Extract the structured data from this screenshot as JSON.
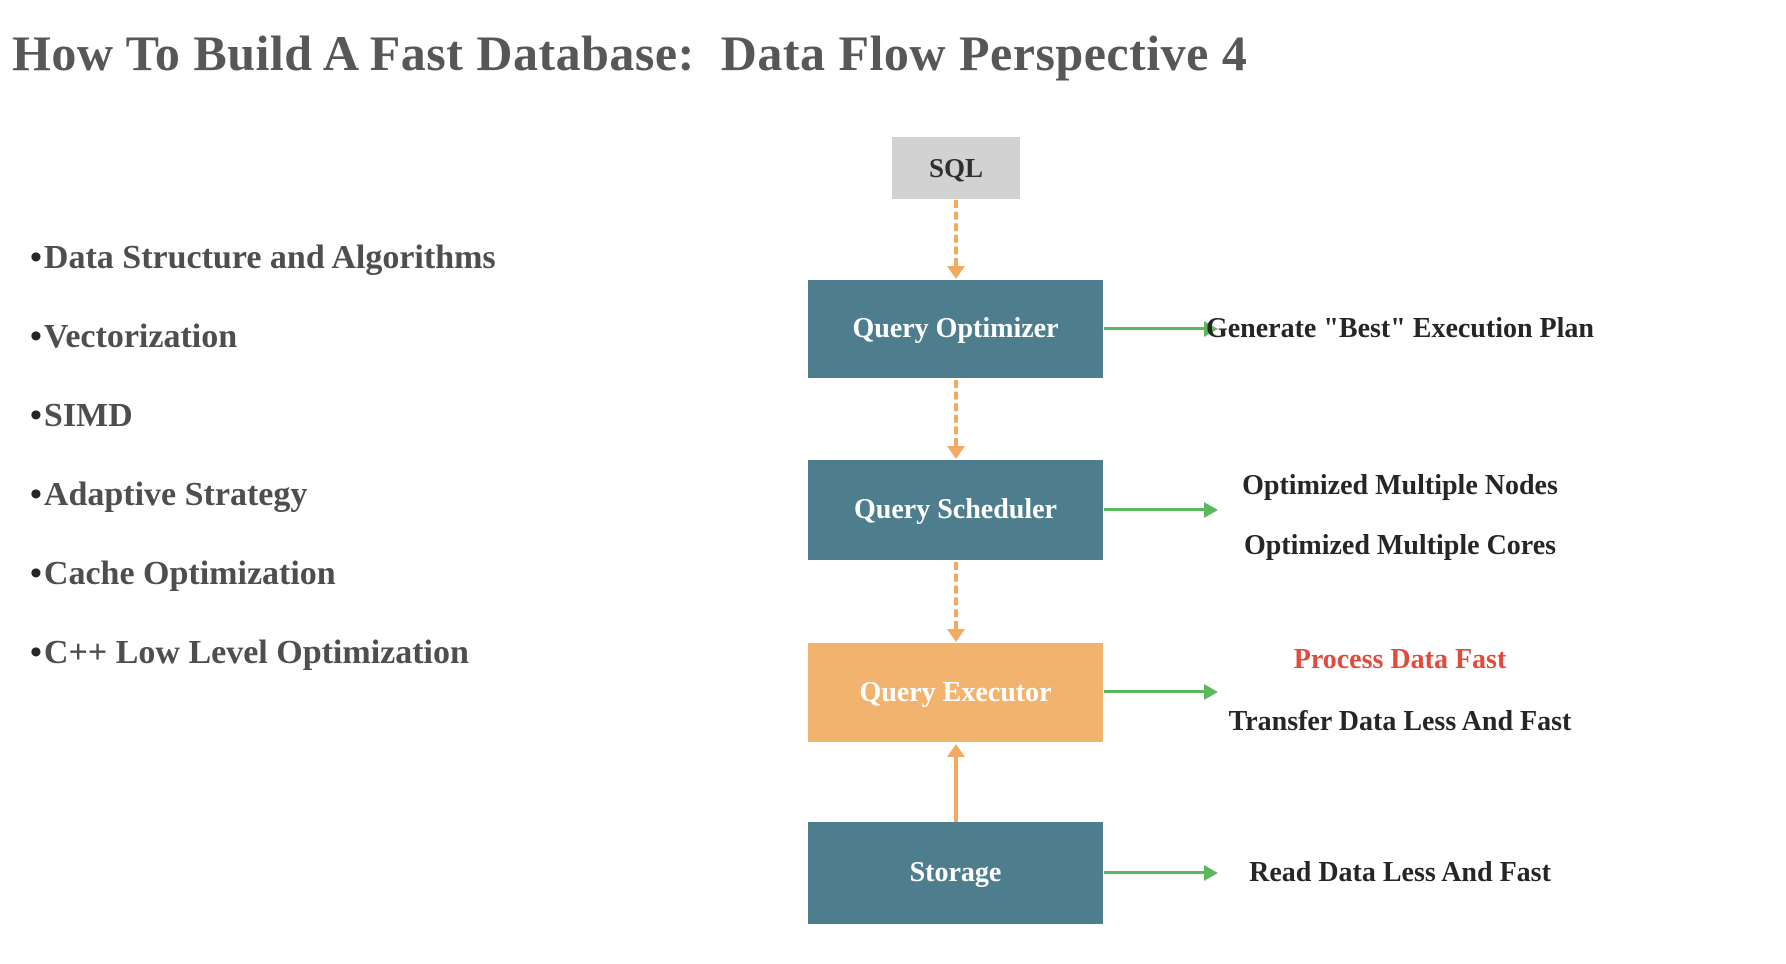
{
  "title": "How To Build A Fast Database:  Data Flow Perspective 4",
  "bullets": [
    "Data Structure and Algorithms",
    "Vectorization",
    "SIMD",
    "Adaptive Strategy",
    "Cache Optimization",
    "C++ Low Level Optimization"
  ],
  "flow": {
    "sql_label": "SQL",
    "nodes": [
      {
        "id": "query-optimizer",
        "label": "Query Optimizer",
        "color": "#4e7e8d"
      },
      {
        "id": "query-scheduler",
        "label": "Query Scheduler",
        "color": "#4e7e8d"
      },
      {
        "id": "query-executor",
        "label": "Query Executor",
        "color": "#f2b36e"
      },
      {
        "id": "storage",
        "label": "Storage",
        "color": "#4e7e8d"
      }
    ]
  },
  "annotations": {
    "optimizer": [
      "Generate \"Best\" Execution Plan"
    ],
    "scheduler": [
      "Optimized Multiple Nodes",
      "Optimized Multiple Cores"
    ],
    "executor": [
      "Process Data Fast",
      "Transfer Data Less And Fast"
    ],
    "storage": [
      "Read Data Less And Fast"
    ]
  },
  "colors": {
    "node_teal": "#4e7e8d",
    "node_orange": "#f2b36e",
    "sql_gray": "#d2d2d2",
    "flow_arrow_orange": "#f3aa60",
    "annotation_arrow_green": "#5cb85c",
    "highlight_red": "#e14b3b",
    "title_gray": "#575757",
    "text_dark": "#262626"
  }
}
